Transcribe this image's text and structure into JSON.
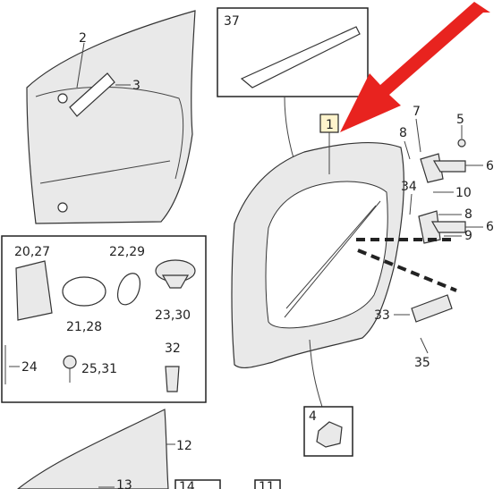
{
  "callouts": {
    "c2": "2",
    "c3": "3",
    "c37": "37",
    "c1": "1",
    "c7": "7",
    "c5": "5",
    "c8a": "8",
    "c6a": "6",
    "c34": "34",
    "c10": "10",
    "c8b": "8",
    "c6b": "6",
    "c9": "9",
    "c33": "33",
    "c35": "35",
    "c4": "4",
    "c20": "20,27",
    "c22": "22,29",
    "c21": "21,28",
    "c23": "23,30",
    "c24": "24",
    "c25": "25,31",
    "c32": "32",
    "c12": "12",
    "c13": "13",
    "c14": "14",
    "c11": "11"
  },
  "colors": {
    "arrow": "#e8231f",
    "highlight_box": "#fff4cc"
  }
}
